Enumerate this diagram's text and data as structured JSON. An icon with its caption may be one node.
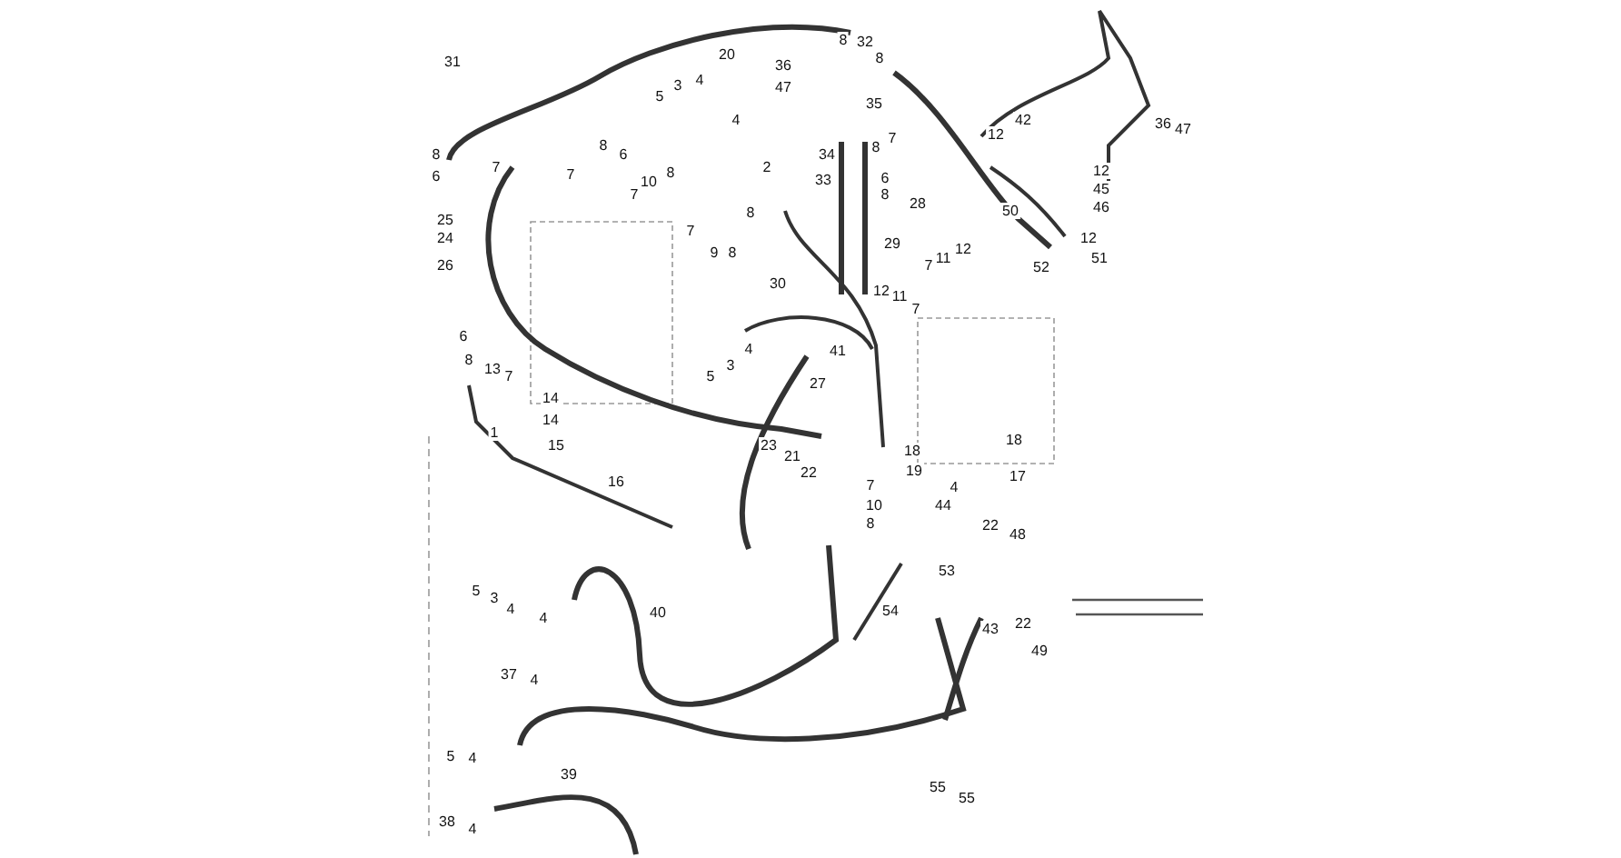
{
  "diagram": {
    "labels": [
      "31",
      "20",
      "36",
      "32",
      "8",
      "8",
      "5",
      "3",
      "4",
      "47",
      "35",
      "4",
      "8",
      "6",
      "8",
      "6",
      "7",
      "7",
      "2",
      "10",
      "8",
      "7",
      "8",
      "7",
      "34",
      "6",
      "33",
      "8",
      "28",
      "25",
      "24",
      "26",
      "8",
      "7",
      "9",
      "8",
      "29",
      "42",
      "12",
      "36",
      "47",
      "12",
      "45",
      "46",
      "50",
      "12",
      "51",
      "52",
      "7",
      "11",
      "12",
      "30",
      "12",
      "11",
      "7",
      "6",
      "8",
      "7",
      "13",
      "41",
      "4",
      "5",
      "3",
      "27",
      "14",
      "14",
      "15",
      "1",
      "16",
      "18",
      "23",
      "21",
      "22",
      "18",
      "19",
      "17",
      "7",
      "4",
      "10",
      "8",
      "44",
      "22",
      "48",
      "53",
      "54",
      "43",
      "22",
      "49",
      "5",
      "3",
      "4",
      "4",
      "40",
      "37",
      "4",
      "5",
      "4",
      "39",
      "38",
      "4",
      "55",
      "55"
    ]
  }
}
